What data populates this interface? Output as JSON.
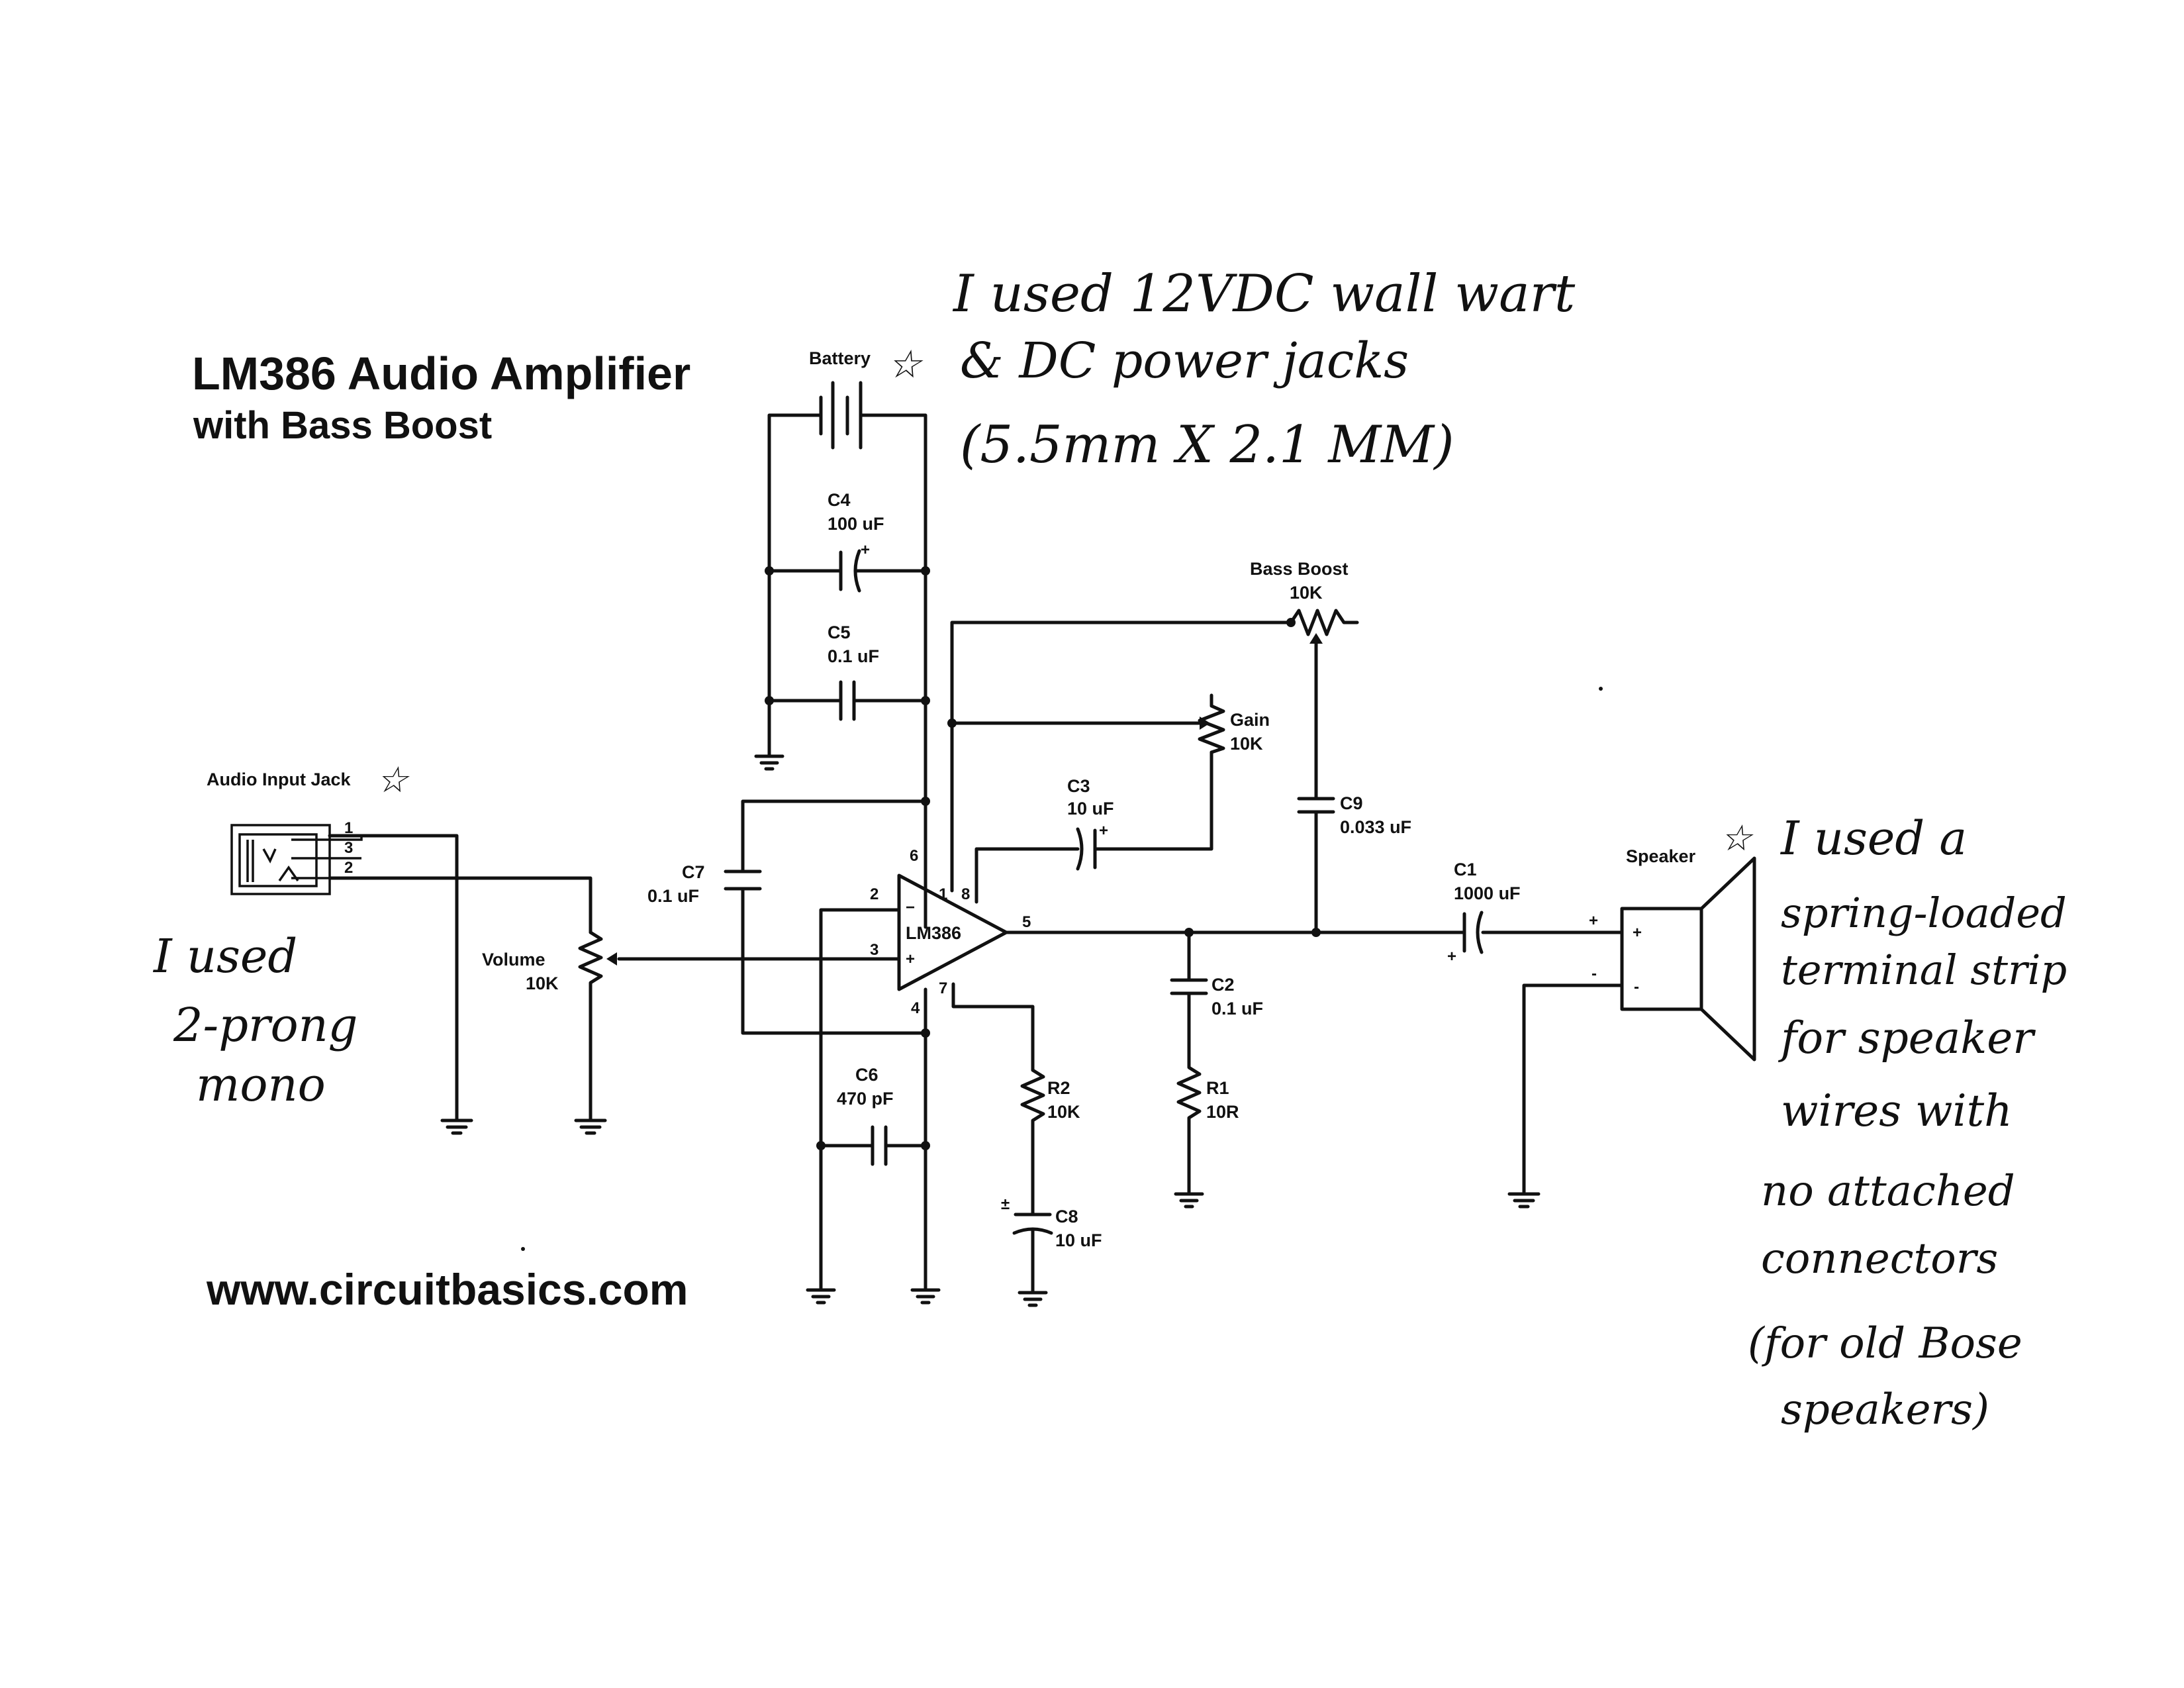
{
  "title": {
    "main": "LM386 Audio Amplifier",
    "sub": "with Bass Boost",
    "website": "www.circuitbasics.com"
  },
  "components": {
    "battery": "Battery",
    "c4_name": "C4",
    "c4_value": "100 uF",
    "c5_name": "C5",
    "c5_value": "0.1 uF",
    "c7_name": "C7",
    "c7_value": "0.1 uF",
    "c6_name": "C6",
    "c6_value": "470 pF",
    "c3_name": "C3",
    "c3_value": "10 uF",
    "c9_name": "C9",
    "c9_value": "0.033 uF",
    "c1_name": "C1",
    "c1_value": "1000 uF",
    "c2_name": "C2",
    "c2_value": "0.1 uF",
    "c8_name": "C8",
    "c8_value": "10 uF",
    "r1_name": "R1",
    "r1_value": "10R",
    "r2_name": "R2",
    "r2_value": "10K",
    "gain_name": "Gain",
    "gain_value": "10K",
    "bass_name": "Bass Boost",
    "bass_value": "10K",
    "volume_name": "Volume",
    "volume_value": "10K",
    "input_jack": "Audio Input Jack",
    "speaker": "Speaker",
    "ic": "LM386",
    "jack_pins": [
      "1",
      "3",
      "2"
    ],
    "ic_pins": {
      "p2": "2",
      "p3": "3",
      "p4": "4",
      "p5": "5",
      "p6": "6",
      "p7": "7",
      "p8": "8",
      "p1": "1"
    },
    "ic_minus": "−",
    "ic_plus": "+",
    "speaker_plus": "+",
    "speaker_minus": "-",
    "c1_pol_plus": "+",
    "c8_pol": "±",
    "c1_side_plus": "+",
    "c1_side_minus": "-"
  },
  "notes": {
    "power_1": "I used 12VDC wall wart",
    "power_2": "& DC power jacks",
    "power_3": "(5.5mm X 2.1 MM)",
    "input_1": "I used",
    "input_2": "2-prong",
    "input_3": "mono",
    "speaker_1": "I used a",
    "speaker_2": "spring-loaded",
    "speaker_3": "terminal strip",
    "speaker_4": "for speaker",
    "speaker_5": "wires with",
    "speaker_6": "no attached",
    "speaker_7": "connectors",
    "speaker_8": "(for old Bose",
    "speaker_9": "speakers)",
    "star": "☆"
  }
}
